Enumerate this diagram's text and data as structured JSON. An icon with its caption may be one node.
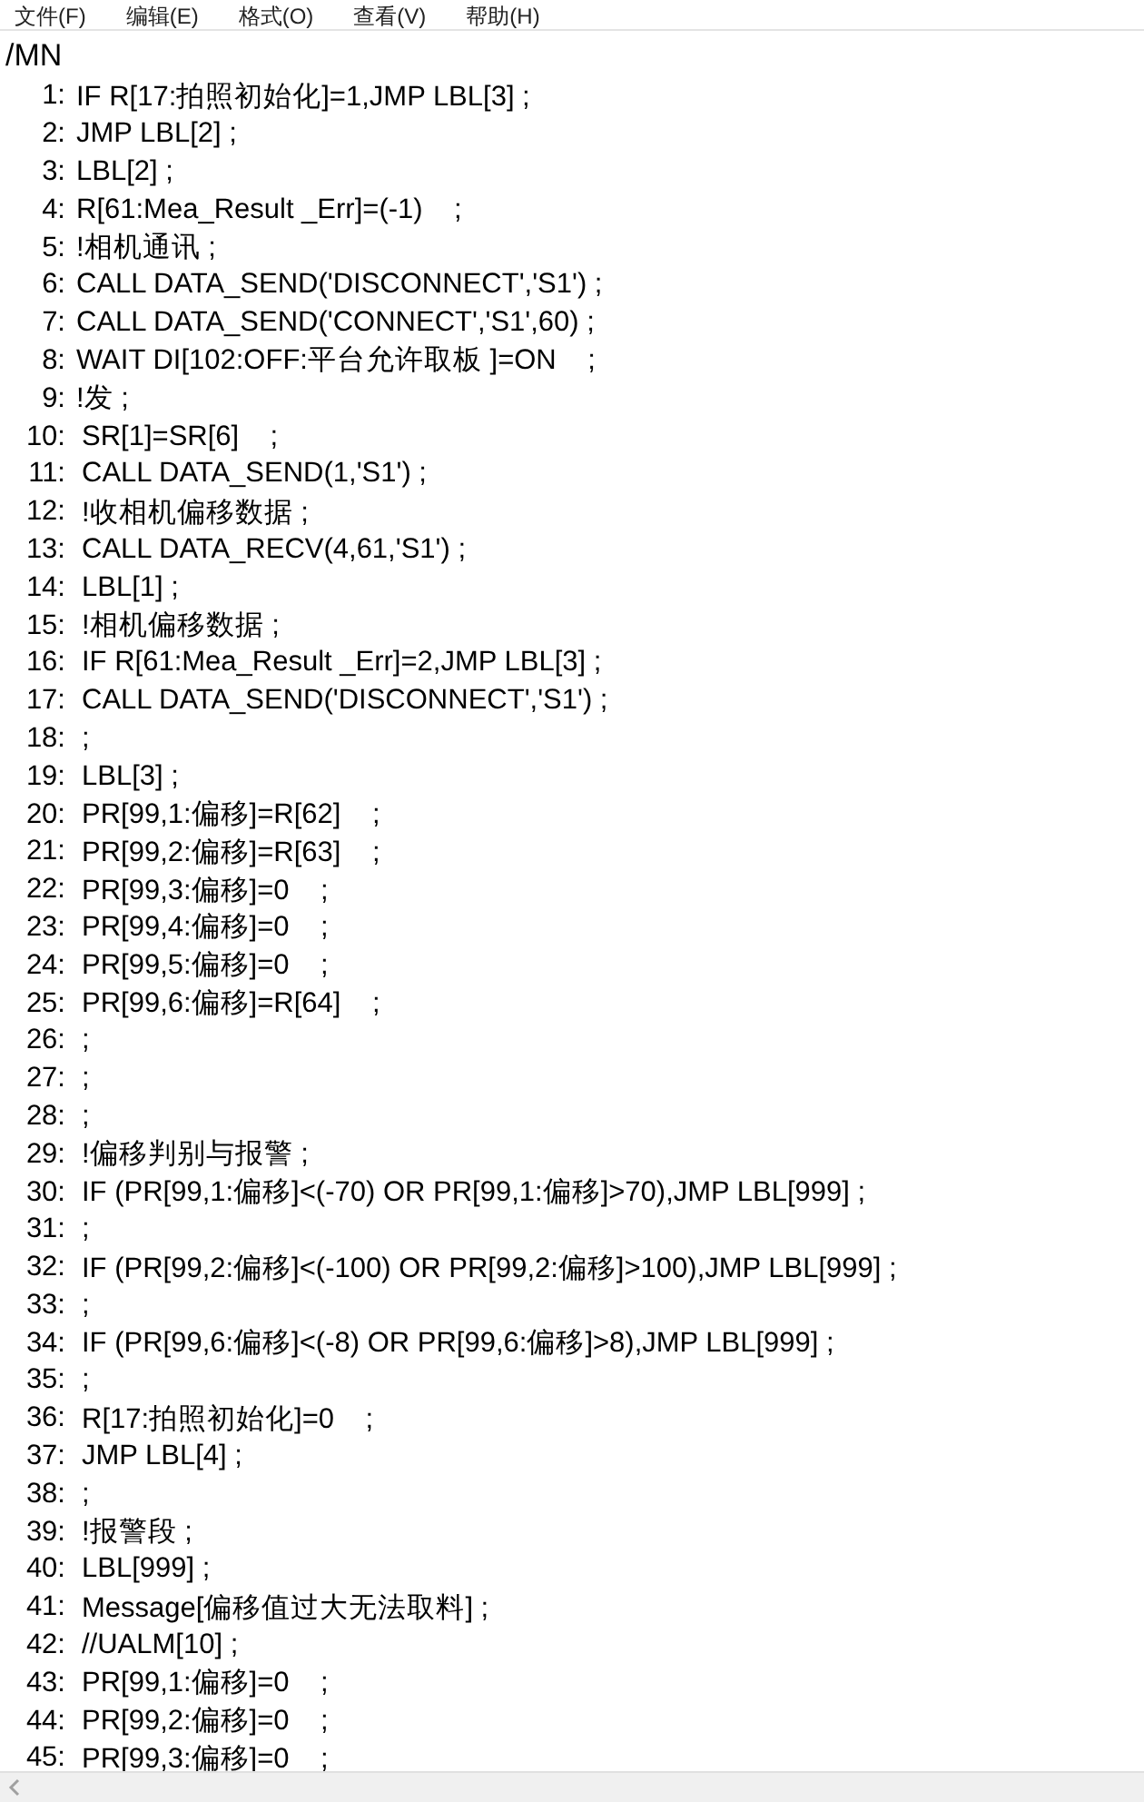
{
  "diagram": {
    "labels": [
      "文件(F)",
      "编辑(E)",
      "格式(O)",
      "查看(V)",
      "帮助(H)",
      "/MN",
      "1:",
      "IF R[17:拍照初始化]=1,JMP LBL[3] ;",
      "2:",
      "JMP LBL[2] ;",
      "3:",
      "LBL[2] ;",
      "4:",
      "R[61:Mea_Result _Err]=(-1)    ;",
      "5:",
      "!相机通讯 ;",
      "6:",
      "CALL DATA_SEND('DISCONNECT','S1') ;",
      "7:",
      "CALL DATA_SEND('CONNECT','S1',60) ;",
      "8:",
      "WAIT DI[102:OFF:平台允许取板 ]=ON    ;",
      "9:",
      "!发 ;",
      "10:",
      "SR[1]=SR[6]    ;",
      "11:",
      "CALL DATA_SEND(1,'S1') ;",
      "12:",
      "!收相机偏移数据 ;",
      "13:",
      "CALL DATA_RECV(4,61,'S1') ;",
      "14:",
      "LBL[1] ;",
      "15:",
      "!相机偏移数据 ;",
      "16:",
      "IF R[61:Mea_Result _Err]=2,JMP LBL[3] ;",
      "17:",
      "CALL DATA_SEND('DISCONNECT','S1') ;",
      "18:",
      ";",
      "19:",
      "LBL[3] ;",
      "20:",
      "PR[99,1:偏移]=R[62]    ;",
      "21:",
      "PR[99,2:偏移]=R[63]    ;",
      "22:",
      "PR[99,3:偏移]=0    ;",
      "23:",
      "PR[99,4:偏移]=0    ;",
      "24:",
      "PR[99,5:偏移]=0    ;",
      "25:",
      "PR[99,6:偏移]=R[64]    ;",
      "26:",
      ";",
      "27:",
      ";",
      "28:",
      ";",
      "29:",
      "!偏移判别与报警 ;",
      "30:",
      "IF (PR[99,1:偏移]<(-70) OR PR[99,1:偏移]>70),JMP LBL[999] ;",
      "31:",
      ";",
      "32:",
      "IF (PR[99,2:偏移]<(-100) OR PR[99,2:偏移]>100),JMP LBL[999] ;",
      "33:",
      ";",
      "34:",
      "IF (PR[99,6:偏移]<(-8) OR PR[99,6:偏移]>8),JMP LBL[999] ;",
      "35:",
      ";",
      "36:",
      "R[17:拍照初始化]=0    ;",
      "37:",
      "JMP LBL[4] ;",
      "38:",
      ";",
      "39:",
      "!报警段 ;",
      "40:",
      "LBL[999] ;",
      "41:",
      "Message[偏移值过大无法取料] ;",
      "42:",
      "//UALM[10] ;",
      "43:",
      "PR[99,1:偏移]=0    ;",
      "44:",
      "PR[99,2:偏移]=0    ;",
      "45:",
      "PR[99,3:偏移]=0    ;"
    ]
  }
}
